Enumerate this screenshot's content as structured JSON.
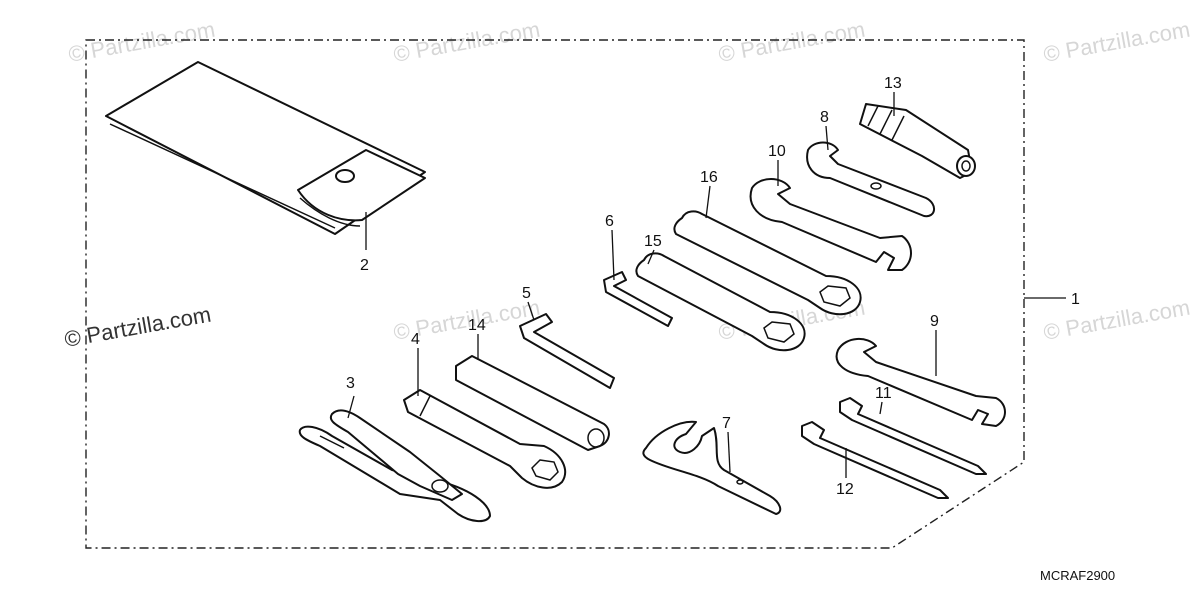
{
  "diagram": {
    "code": "MCRAF2900",
    "watermark": "© Partzilla.com",
    "callouts": {
      "p1": "1",
      "p2": "2",
      "p3": "3",
      "p4": "4",
      "p5": "5",
      "p6": "6",
      "p7": "7",
      "p8": "8",
      "p9": "9",
      "p10": "10",
      "p11": "11",
      "p12": "12",
      "p13": "13",
      "p14": "14",
      "p15": "15",
      "p16": "16"
    }
  }
}
